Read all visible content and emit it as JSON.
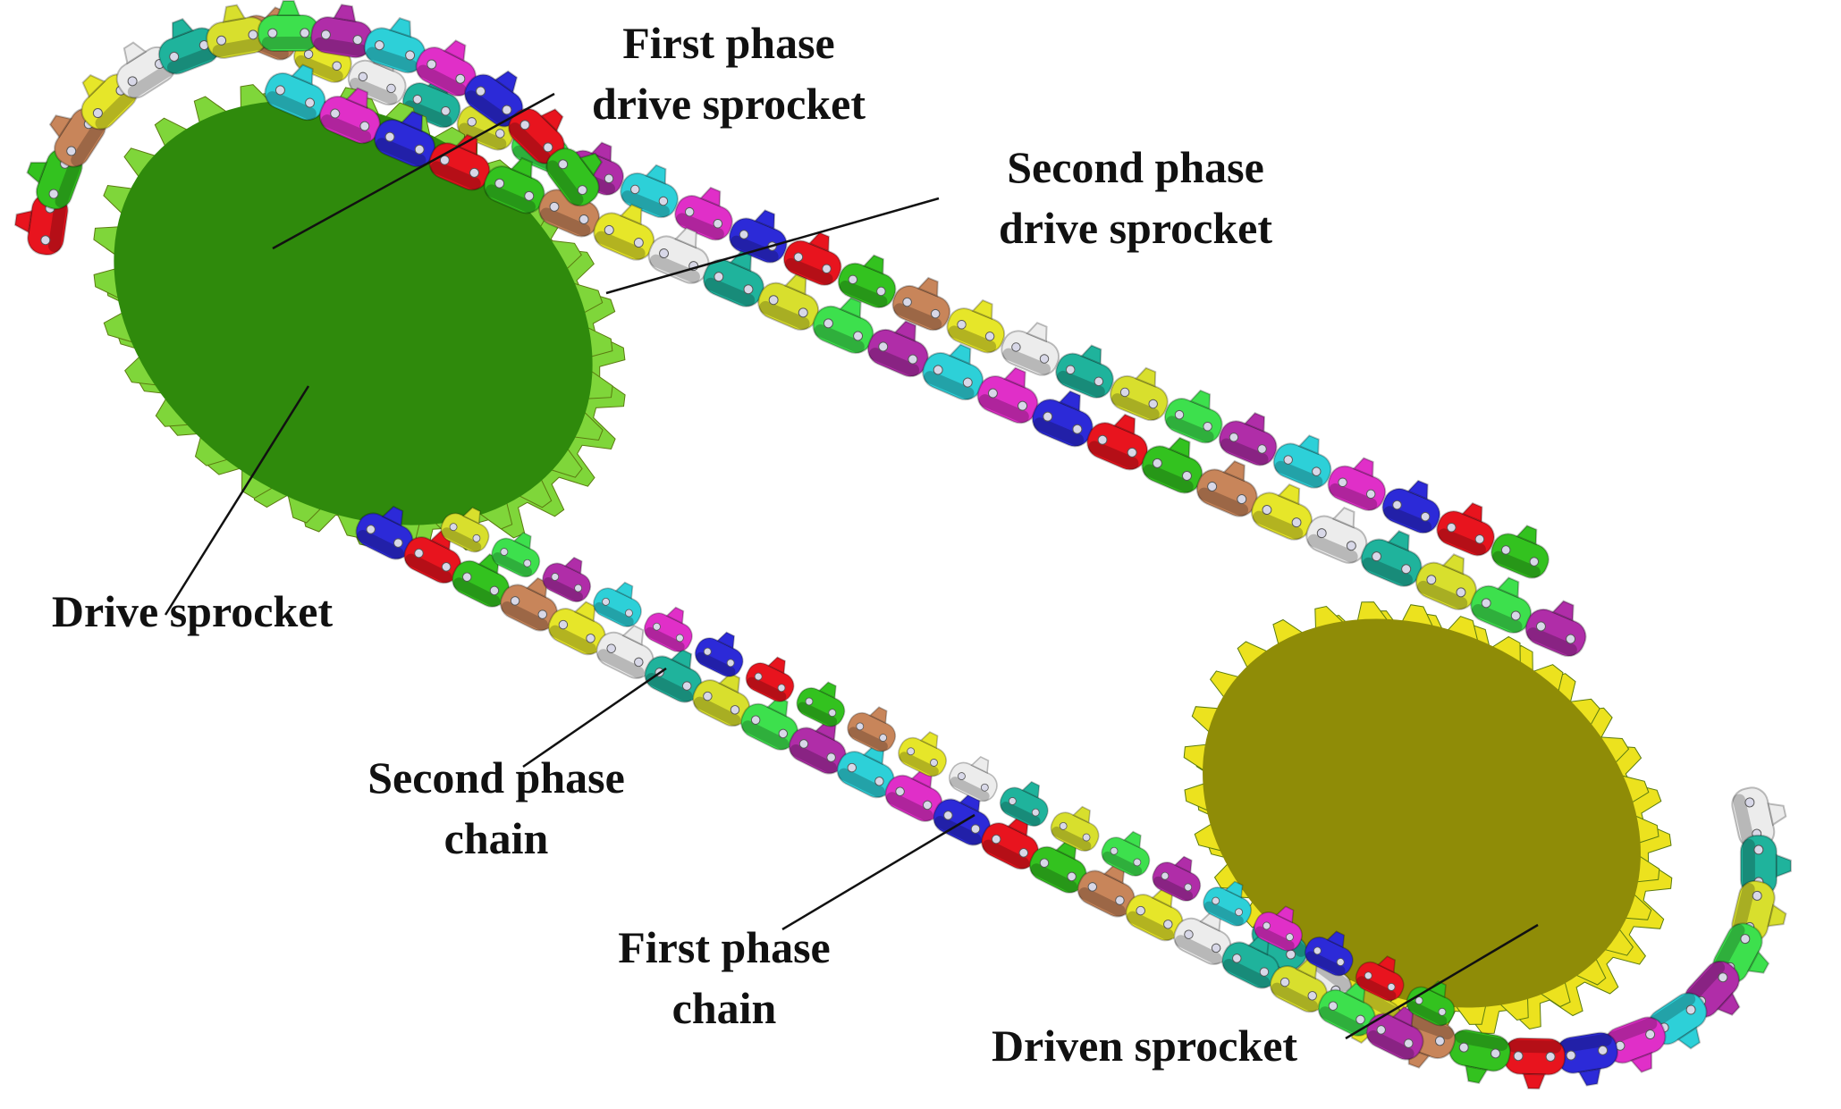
{
  "labels": {
    "first_phase_drive_sprocket": [
      "First phase",
      "drive sprocket"
    ],
    "second_phase_drive_sprocket": [
      "Second phase",
      "drive sprocket"
    ],
    "drive_sprocket": [
      "Drive sprocket"
    ],
    "second_phase_chain": [
      "Second phase",
      "chain"
    ],
    "first_phase_chain": [
      "First phase",
      "chain"
    ],
    "driven_sprocket": [
      "Driven sprocket"
    ]
  },
  "colors": {
    "drive_sprocket_face": "#2f8a0c",
    "drive_sprocket_teeth": "#7fd63a",
    "driven_sprocket_face": "#8f8c07",
    "driven_sprocket_teeth": "#ece21e",
    "leader_line": "#111111",
    "chain_links": [
      "#2dd0d8",
      "#e02fc8",
      "#2c2ad8",
      "#e8141e",
      "#33c21f",
      "#c8855a",
      "#e6e629",
      "#ececec",
      "#1fb39c",
      "#d8df2d",
      "#3de04d",
      "#b02da8"
    ]
  },
  "icons": {
    "drive_sprocket": "gear-icon",
    "driven_sprocket": "gear-icon",
    "chain_link": "chain-link-icon"
  }
}
